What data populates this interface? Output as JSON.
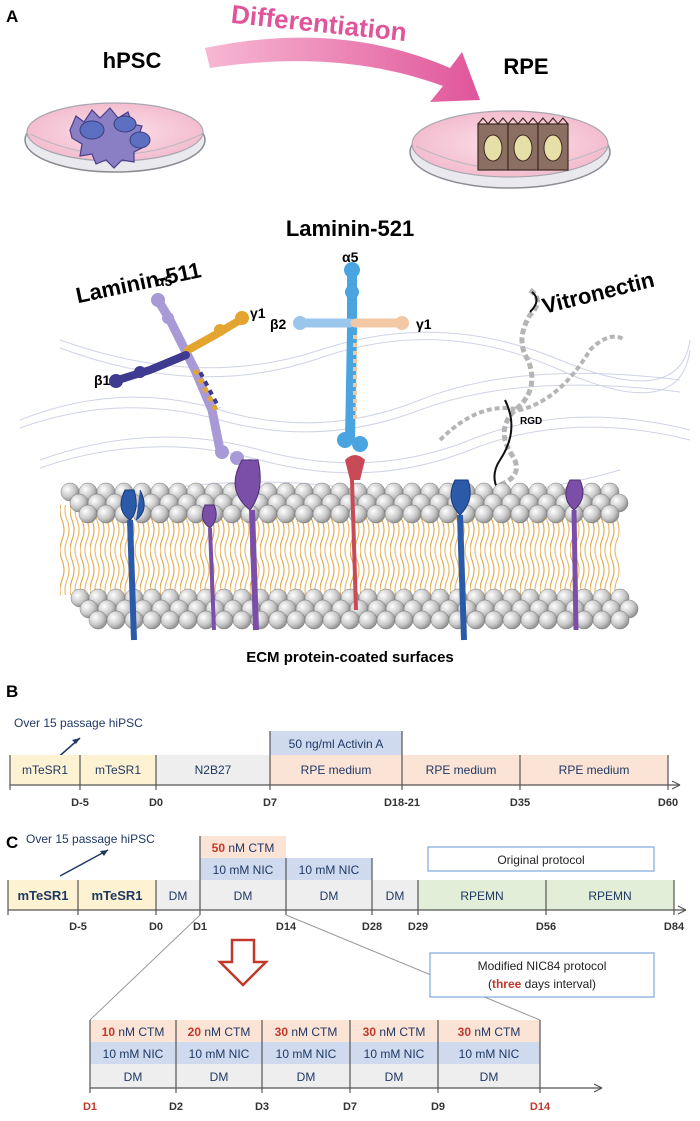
{
  "panel_a": {
    "label": "A",
    "left_dish_label": "hPSC",
    "arrow_label": "Differentiation",
    "right_dish_label": "RPE",
    "laminin511": {
      "title": "Laminin-511",
      "alpha": "α5",
      "beta": "β1",
      "gamma": "γ1"
    },
    "laminin521": {
      "title": "Laminin-521",
      "alpha": "α5",
      "beta": "β2",
      "gamma": "γ1"
    },
    "vitronectin": {
      "title": "Vitronectin",
      "motif": "RGD"
    },
    "surface_label": "ECM protein-coated surfaces"
  },
  "panel_b": {
    "label": "B",
    "note": "Over 15 passage hiPSC",
    "segments": [
      "mTeSR1",
      "mTeSR1",
      "N2B27",
      "RPE medium",
      "RPE medium",
      "RPE medium"
    ],
    "activin": "50 ng/ml Activin A",
    "ticks": [
      "D-5",
      "D0",
      "D7",
      "D18-21",
      "D35",
      "D60"
    ]
  },
  "panel_c": {
    "label": "C",
    "note": "Over 15  passage  hiPSC",
    "segments": [
      "mTeSR1",
      "mTeSR1",
      "DM",
      "DM",
      "DM",
      "DM",
      "RPEMN",
      "RPEMN"
    ],
    "ctm_top_num": "50",
    "ctm_top_unit": " nM CTM",
    "nic1": "10 mM NIC",
    "nic2": "10 mM NIC",
    "original_protocol": "Original protocol",
    "modified_line1": "Modified NIC84 protocol",
    "modified_open": "(",
    "modified_red": "three",
    "modified_rest": " days interval)",
    "ticks": [
      "D-5",
      "D0",
      "D1",
      "D14",
      "D28",
      "D29",
      "D56",
      "D84"
    ],
    "zoom": {
      "ctm": [
        {
          "num": "10",
          "unit": " nM CTM"
        },
        {
          "num": "20",
          "unit": " nM CTM"
        },
        {
          "num": "30",
          "unit": " nM CTM"
        },
        {
          "num": "30",
          "unit": " nM CTM"
        },
        {
          "num": "30",
          "unit": " nM CTM"
        }
      ],
      "nic": [
        "10 mM NIC",
        "10 mM NIC",
        "10 mM NIC",
        "10 mM NIC",
        "10 mM NIC"
      ],
      "dm": [
        "DM",
        "DM",
        "DM",
        "DM",
        "DM"
      ],
      "ticks": [
        "D1",
        "D2",
        "D3",
        "D7",
        "D9",
        "D14"
      ]
    }
  },
  "colors": {
    "pink": "#e0559a",
    "yellow": "#fdf3d3",
    "peach": "#fbe3d6",
    "blue_box": "#cfdaee",
    "green": "#e2eed8",
    "grey": "#eeeeee",
    "red": "#c0392b",
    "navy": "#1f3864"
  }
}
